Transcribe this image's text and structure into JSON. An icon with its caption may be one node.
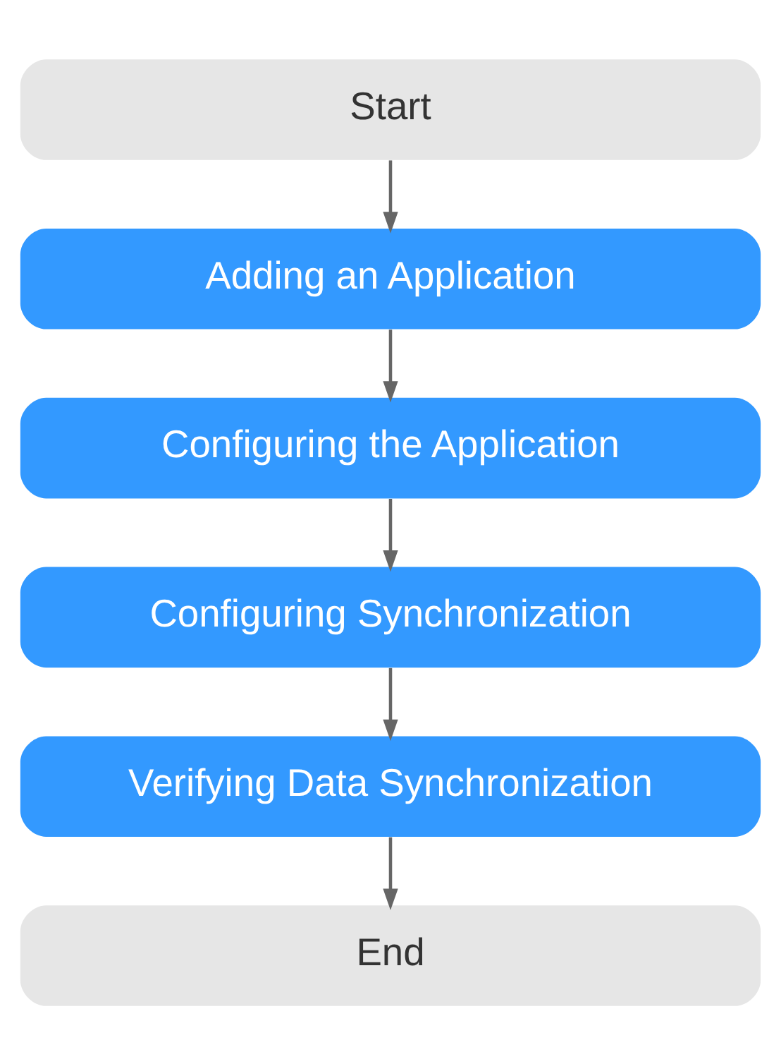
{
  "diagram": {
    "nodes": [
      {
        "text": [
          "Start"
        ]
      },
      {
        "text": [
          "Adding an Application"
        ]
      },
      {
        "text": [
          "Configuring the Application"
        ]
      },
      {
        "text": [
          "Configuring Synchronization"
        ]
      },
      {
        "text": [
          "Verifying Data Synchronization"
        ]
      },
      {
        "text": [
          "End"
        ]
      }
    ],
    "edges": [
      {
        "from": 0,
        "to": 1,
        "arrow": "to"
      },
      {
        "from": 1,
        "to": 2,
        "arrow": "to"
      },
      {
        "from": 2,
        "to": 3,
        "arrow": "to"
      },
      {
        "from": 3,
        "to": 4,
        "arrow": "to"
      },
      {
        "from": 4,
        "to": 5,
        "arrow": "to"
      }
    ]
  }
}
